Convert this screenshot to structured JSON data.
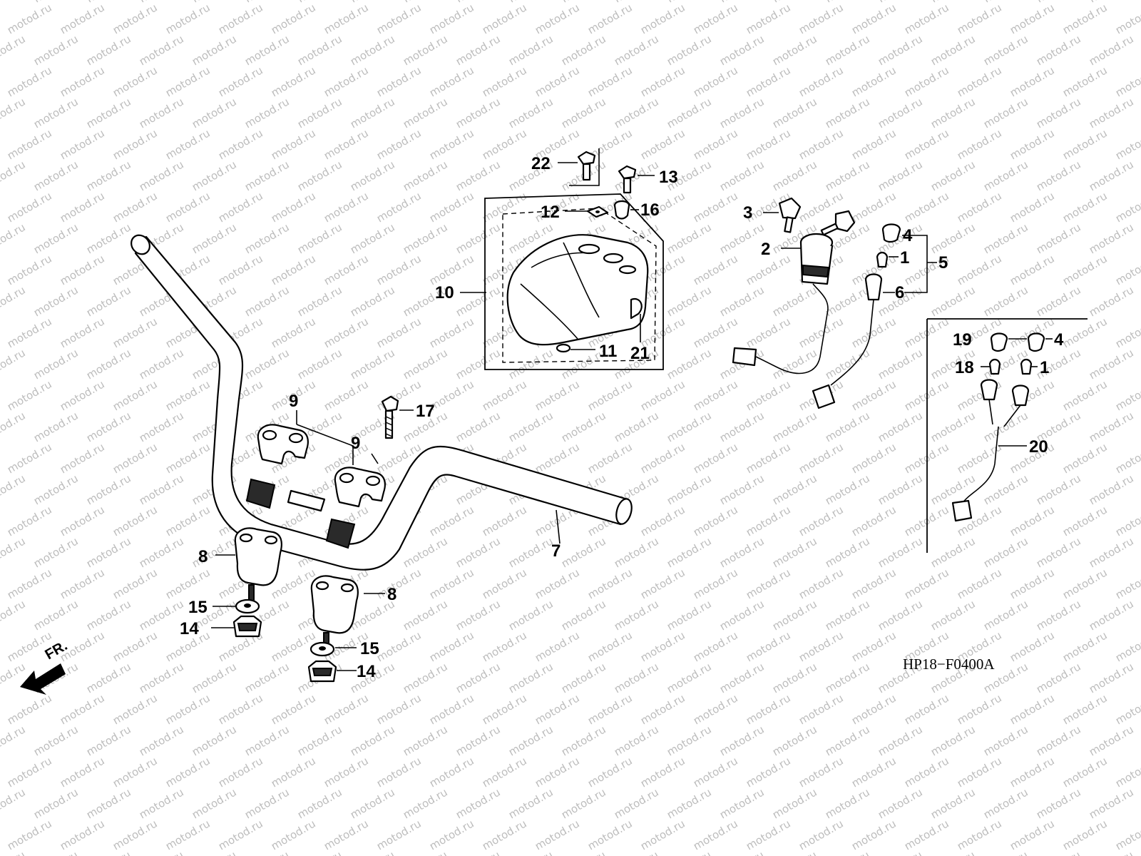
{
  "watermark": {
    "text": "motod.ru"
  },
  "callouts": [
    {
      "id": "c1a",
      "text": "1"
    },
    {
      "id": "c1b",
      "text": "1"
    },
    {
      "id": "c2",
      "text": "2"
    },
    {
      "id": "c3",
      "text": "3"
    },
    {
      "id": "c4a",
      "text": "4"
    },
    {
      "id": "c4b",
      "text": "4"
    },
    {
      "id": "c5",
      "text": "5"
    },
    {
      "id": "c6",
      "text": "6"
    },
    {
      "id": "c7",
      "text": "7"
    },
    {
      "id": "c8a",
      "text": "8"
    },
    {
      "id": "c8b",
      "text": "8"
    },
    {
      "id": "c9a",
      "text": "9"
    },
    {
      "id": "c9b",
      "text": "9"
    },
    {
      "id": "c10",
      "text": "10"
    },
    {
      "id": "c11",
      "text": "11"
    },
    {
      "id": "c12",
      "text": "12"
    },
    {
      "id": "c13",
      "text": "13"
    },
    {
      "id": "c14a",
      "text": "14"
    },
    {
      "id": "c14b",
      "text": "14"
    },
    {
      "id": "c15a",
      "text": "15"
    },
    {
      "id": "c15b",
      "text": "15"
    },
    {
      "id": "c16",
      "text": "16"
    },
    {
      "id": "c17",
      "text": "17"
    },
    {
      "id": "c18",
      "text": "18"
    },
    {
      "id": "c19",
      "text": "19"
    },
    {
      "id": "c20",
      "text": "20"
    },
    {
      "id": "c21",
      "text": "21"
    },
    {
      "id": "c22",
      "text": "22"
    }
  ],
  "direction": {
    "label": "FR."
  },
  "diagram_code": "HP18−F0400A"
}
